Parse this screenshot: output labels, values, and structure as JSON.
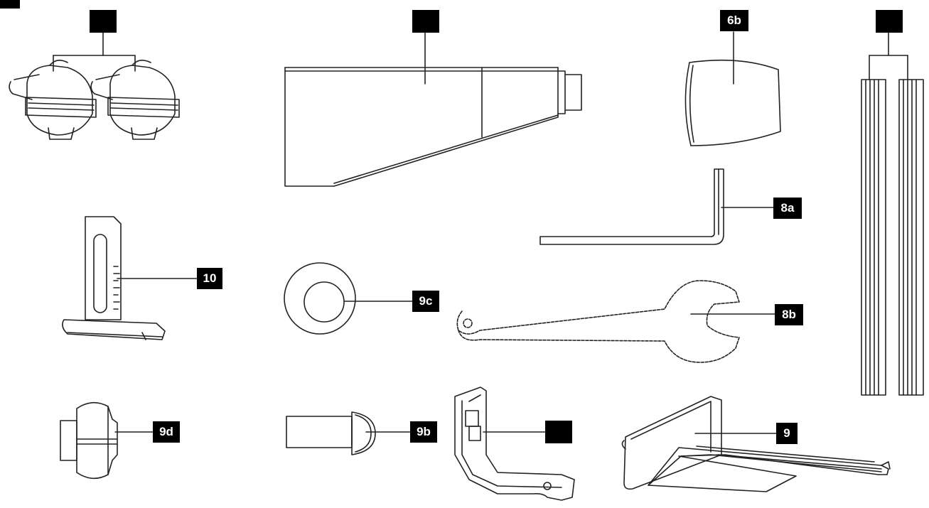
{
  "labels": {
    "p6b": "6b",
    "p8a": "8a",
    "p8b": "8b",
    "p9": "9",
    "p9b": "9b",
    "p9c": "9c",
    "p9d": "9d",
    "p10": "10"
  }
}
